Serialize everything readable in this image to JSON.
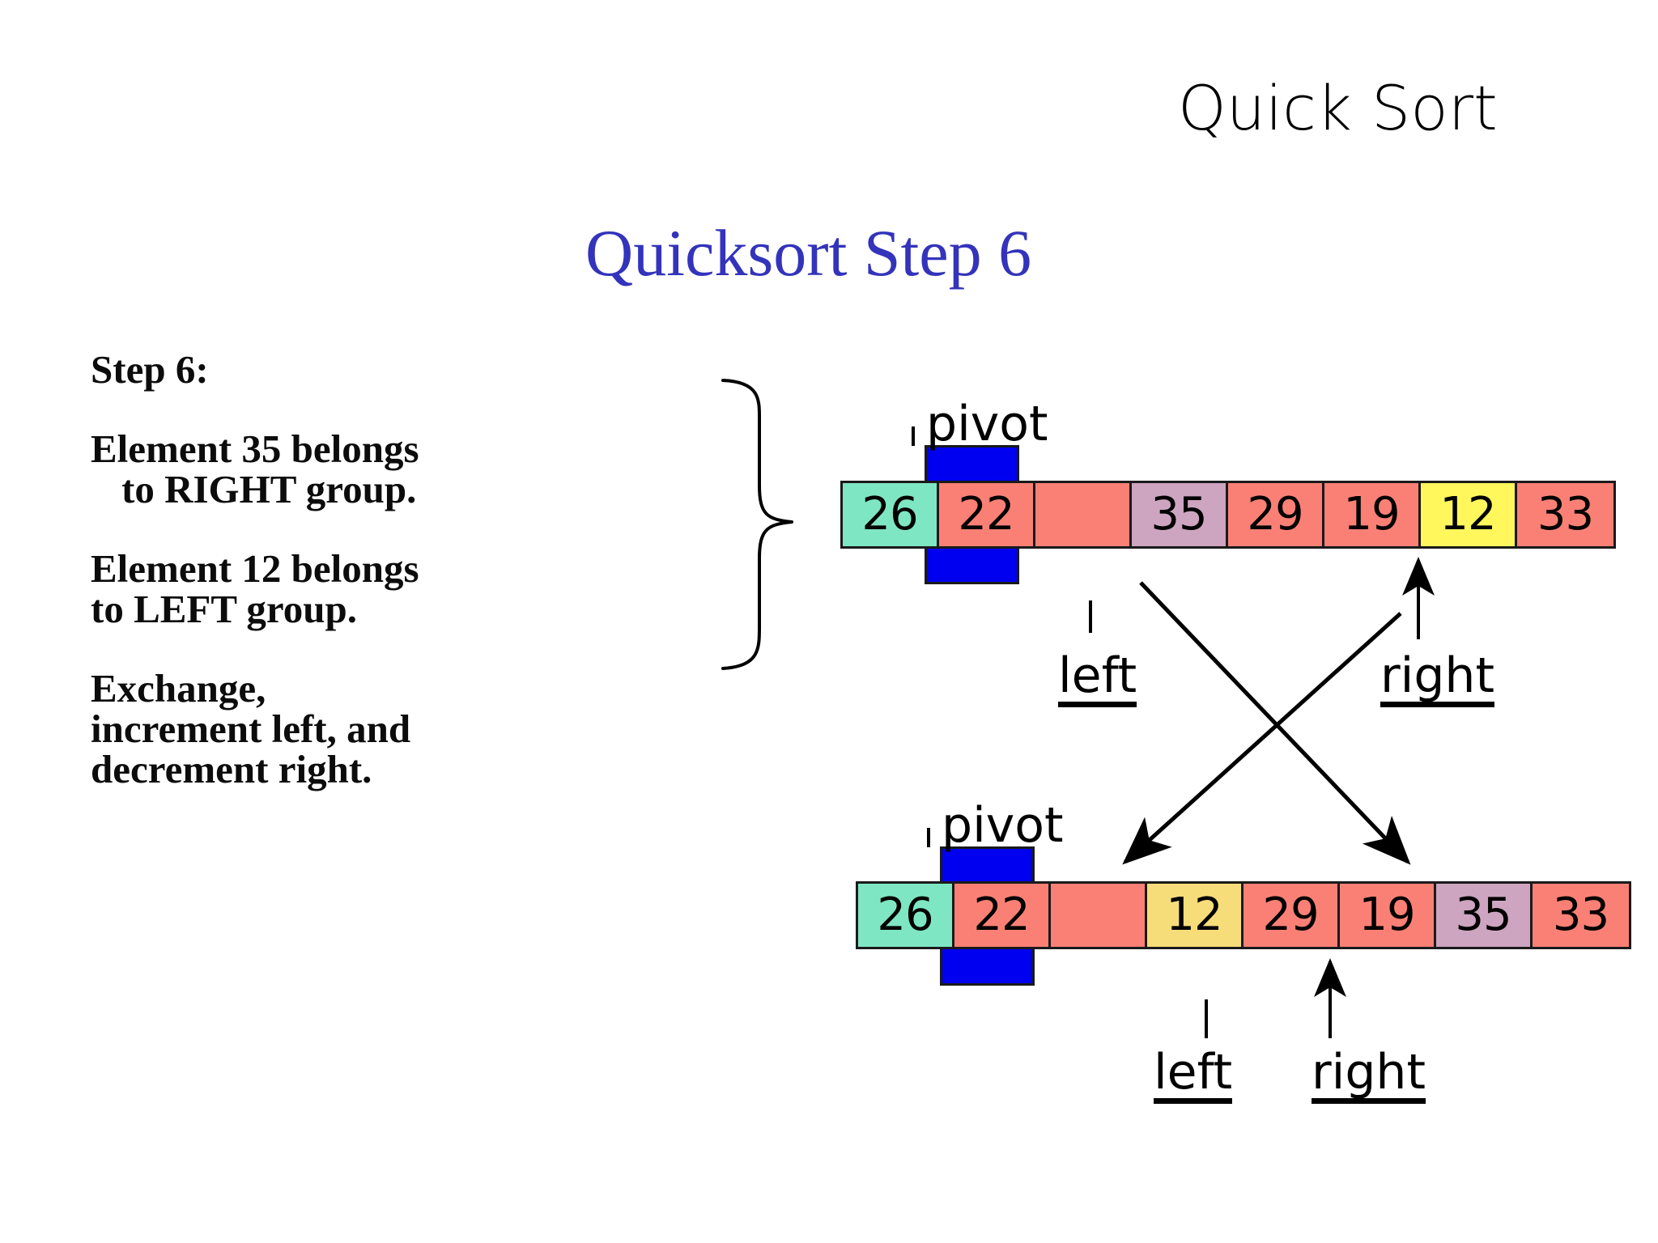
{
  "slide": {
    "title": "Quick Sort",
    "heading": "Quicksort Step 6"
  },
  "explanation": {
    "paragraphs": [
      {
        "lines": [
          "Step 6:"
        ]
      },
      {
        "lines": [
          "Element 35 belongs",
          "to RIGHT group."
        ]
      },
      {
        "lines": [
          "Element 12 belongs",
          "to LEFT group."
        ]
      },
      {
        "lines": [
          "Exchange,",
          "increment left, and",
          "decrement right."
        ]
      }
    ]
  },
  "colors": {
    "teal": "#7FE6C4",
    "salmon": "#FA8076",
    "purple": "#CDA5C0",
    "yellow_bright": "#FFF75C",
    "yellow_muted": "#F7DC7A",
    "pivot_blue": "#0000F0",
    "heading_blue": "#3333BB",
    "outline": "#1A1A1A"
  },
  "diagram": {
    "pivot_label": "pivot",
    "left_label": "left",
    "right_label": "right",
    "rows": [
      {
        "name": "before-exchange",
        "cells": [
          {
            "value": "26",
            "color": "#7FE6C4"
          },
          {
            "value": "22",
            "color": "#FA8076"
          },
          {
            "value": "",
            "color": "#FA8076"
          },
          {
            "value": "35",
            "color": "#CDA5C0"
          },
          {
            "value": "29",
            "color": "#FA8076"
          },
          {
            "value": "19",
            "color": "#FA8076"
          },
          {
            "value": "12",
            "color": "#FFF75C"
          },
          {
            "value": "33",
            "color": "#FA8076"
          }
        ],
        "pivot_index": 1,
        "left_index": 3,
        "right_index": 6
      },
      {
        "name": "after-exchange",
        "cells": [
          {
            "value": "26",
            "color": "#7FE6C4"
          },
          {
            "value": "22",
            "color": "#FA8076"
          },
          {
            "value": "",
            "color": "#FA8076"
          },
          {
            "value": "12",
            "color": "#F7DC7A"
          },
          {
            "value": "29",
            "color": "#FA8076"
          },
          {
            "value": "19",
            "color": "#FA8076"
          },
          {
            "value": "35",
            "color": "#CDA5C0"
          },
          {
            "value": "33",
            "color": "#FA8076"
          }
        ],
        "pivot_index": 1,
        "left_index": 4,
        "right_index": 5
      }
    ]
  }
}
